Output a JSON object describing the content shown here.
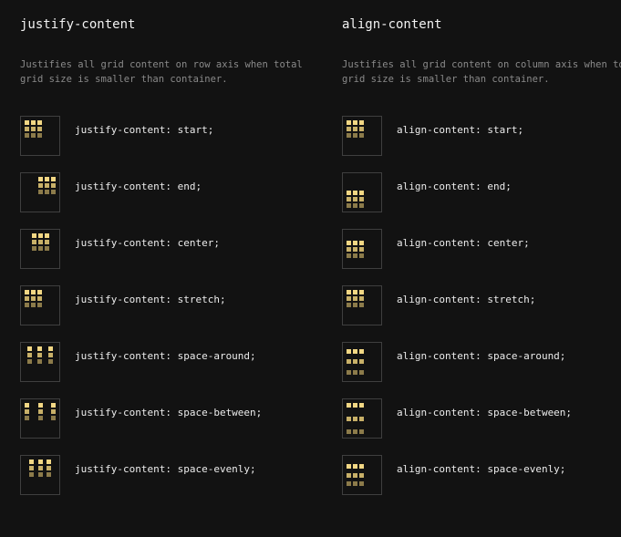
{
  "columns": [
    {
      "title": "justify-content",
      "description": "Justifies all grid content on row axis when total grid size is smaller than container.",
      "items": [
        {
          "label": "justify-content: start;",
          "axis": "row",
          "mode": "start"
        },
        {
          "label": "justify-content: end;",
          "axis": "row",
          "mode": "end"
        },
        {
          "label": "justify-content: center;",
          "axis": "row",
          "mode": "center"
        },
        {
          "label": "justify-content: stretch;",
          "axis": "row",
          "mode": "stretch"
        },
        {
          "label": "justify-content: space-around;",
          "axis": "row",
          "mode": "space-around"
        },
        {
          "label": "justify-content: space-between;",
          "axis": "row",
          "mode": "space-between"
        },
        {
          "label": "justify-content: space-evenly;",
          "axis": "row",
          "mode": "space-evenly"
        }
      ]
    },
    {
      "title": "align-content",
      "description": "Justifies all grid content on column axis when total grid size is smaller than container.",
      "items": [
        {
          "label": "align-content: start;",
          "axis": "column",
          "mode": "start"
        },
        {
          "label": "align-content: end;",
          "axis": "column",
          "mode": "end"
        },
        {
          "label": "align-content: center;",
          "axis": "column",
          "mode": "center"
        },
        {
          "label": "align-content: stretch;",
          "axis": "column",
          "mode": "stretch"
        },
        {
          "label": "align-content: space-around;",
          "axis": "column",
          "mode": "space-around"
        },
        {
          "label": "align-content: space-between;",
          "axis": "column",
          "mode": "space-between"
        },
        {
          "label": "align-content: space-evenly;",
          "axis": "column",
          "mode": "space-evenly"
        }
      ]
    }
  ],
  "colors": {
    "background": "#121212",
    "box_border": "#3f3f3f",
    "cell_row1": "#f2d784",
    "cell_row2": "#c8b068",
    "cell_row3": "#8c7b4a"
  }
}
